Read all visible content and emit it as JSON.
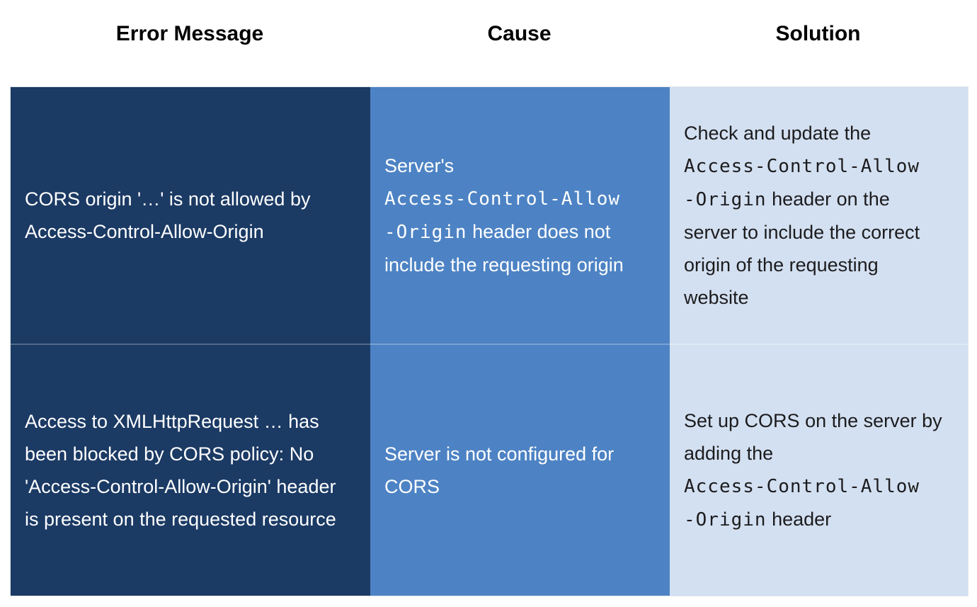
{
  "colors": {
    "error_col_bg": "#1b3a64",
    "cause_col_bg": "#4d83c4",
    "solution_col_bg": "#d3e0f1",
    "header_text": "#000000",
    "light_text": "#ffffff",
    "dark_text": "#1c1c1e"
  },
  "table": {
    "headers": [
      "Error Message",
      "Cause",
      "Solution"
    ],
    "rows": [
      {
        "error_message": {
          "text": "CORS origin '…' is not allowed by ",
          "token": "Access-Control-Allow-Origin"
        },
        "cause": {
          "before": "Server's ",
          "code_line1": "Access-Control-Allow",
          "code_line2": "-Origin",
          "after": " header does not include the requesting origin"
        },
        "solution": {
          "before": "Check and update the ",
          "code_line1": "Access-Control-Allow",
          "code_line2": "-Origin",
          "after": " header on the server to include the correct origin of the requesting website"
        }
      },
      {
        "error_message": {
          "before": "Access to XMLHttpRequest … has been blocked by CORS policy: No ",
          "token": "'Access-Control-Allow-Origin'",
          "after": " header is present on the requested resource"
        },
        "cause": {
          "text": "Server is not configured for CORS"
        },
        "solution": {
          "before": "Set up CORS on the server by adding the ",
          "code_line1": "Access-Control-Allow",
          "code_line2": "-Origin",
          "after": " header"
        }
      }
    ]
  }
}
